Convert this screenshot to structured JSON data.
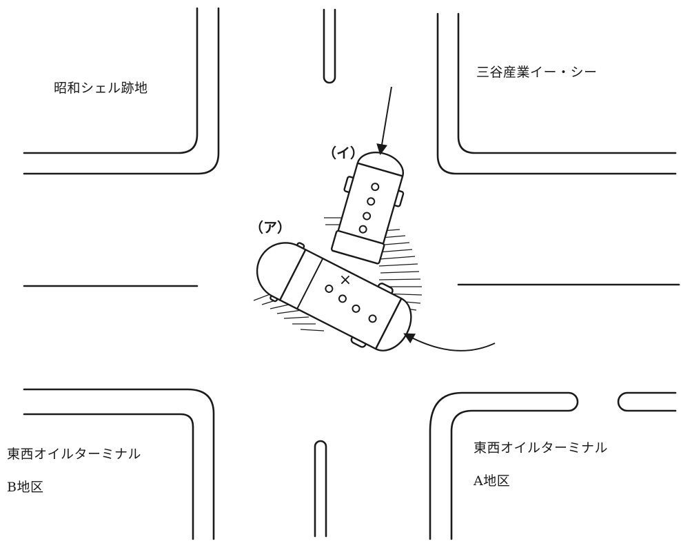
{
  "labels": {
    "top_left": "昭和シェル跡地",
    "top_right": "三谷産業イー・シー",
    "bottom_left_line1": "東西オイルターミナル",
    "bottom_left_line2": "B地区",
    "bottom_right_line1": "東西オイルターミナル",
    "bottom_right_line2": "A地区"
  },
  "vehicles": {
    "a_label": "（ア）",
    "i_label": "（イ）",
    "collision_mark": "×"
  }
}
